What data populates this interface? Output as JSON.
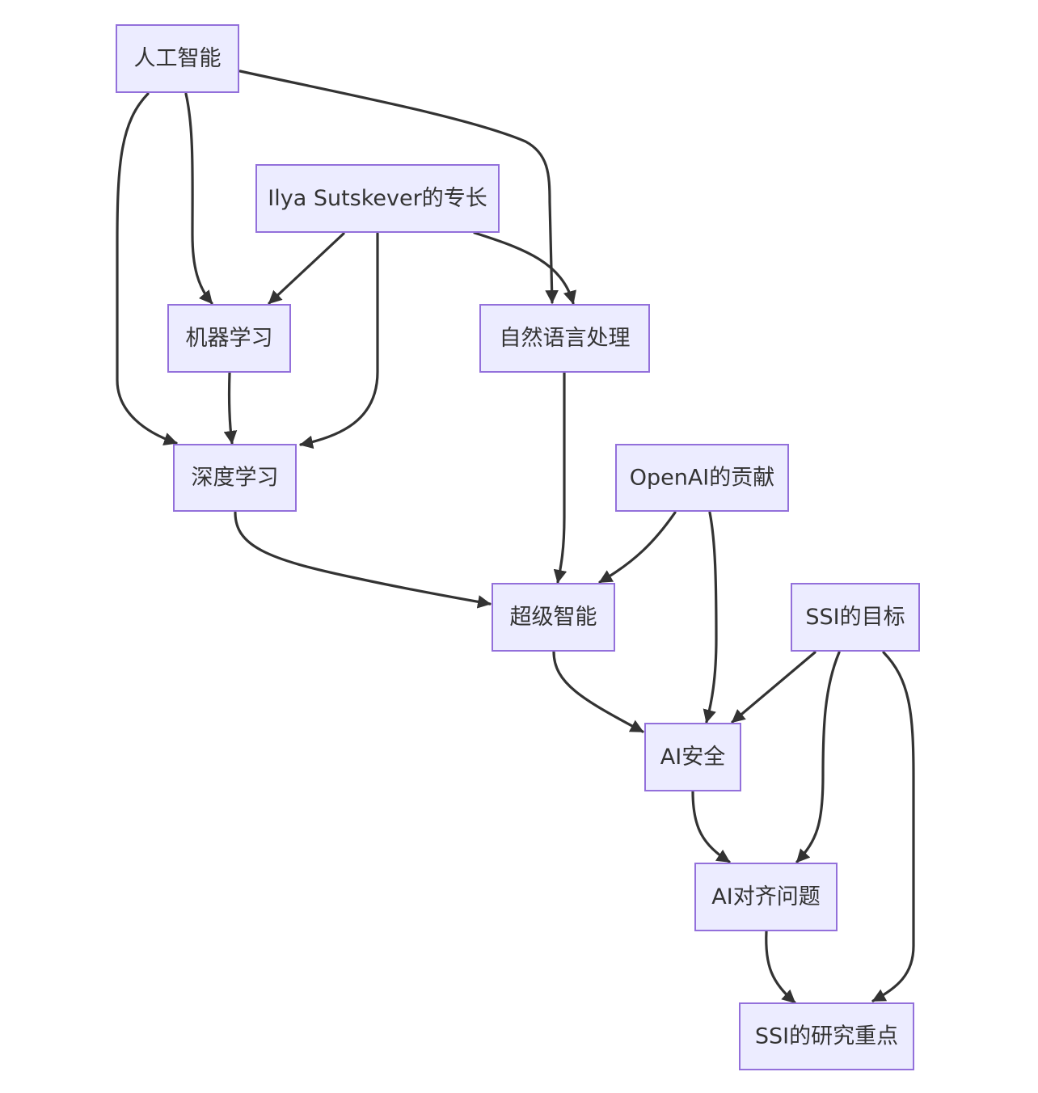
{
  "diagram": {
    "nodes": [
      {
        "id": "ai",
        "label": "人工智能"
      },
      {
        "id": "ilya",
        "label": "Ilya Sutskever的专长"
      },
      {
        "id": "ml",
        "label": "机器学习"
      },
      {
        "id": "nlp",
        "label": "自然语言处理"
      },
      {
        "id": "dl",
        "label": "深度学习"
      },
      {
        "id": "oai",
        "label": "OpenAI的贡献"
      },
      {
        "id": "asi",
        "label": "超级智能"
      },
      {
        "id": "ssig",
        "label": "SSI的目标"
      },
      {
        "id": "safe",
        "label": "AI安全"
      },
      {
        "id": "align",
        "label": "AI对齐问题"
      },
      {
        "id": "ssir",
        "label": "SSI的研究重点"
      }
    ],
    "edges": [
      {
        "from": "ai",
        "to": "ml"
      },
      {
        "from": "ai",
        "to": "dl"
      },
      {
        "from": "ai",
        "to": "nlp"
      },
      {
        "from": "ilya",
        "to": "ml"
      },
      {
        "from": "ilya",
        "to": "dl"
      },
      {
        "from": "ilya",
        "to": "nlp"
      },
      {
        "from": "ml",
        "to": "dl"
      },
      {
        "from": "nlp",
        "to": "asi"
      },
      {
        "from": "dl",
        "to": "asi"
      },
      {
        "from": "oai",
        "to": "asi"
      },
      {
        "from": "oai",
        "to": "safe"
      },
      {
        "from": "asi",
        "to": "safe"
      },
      {
        "from": "ssig",
        "to": "safe"
      },
      {
        "from": "ssig",
        "to": "align"
      },
      {
        "from": "ssig",
        "to": "ssir"
      },
      {
        "from": "safe",
        "to": "align"
      },
      {
        "from": "align",
        "to": "ssir"
      }
    ]
  }
}
